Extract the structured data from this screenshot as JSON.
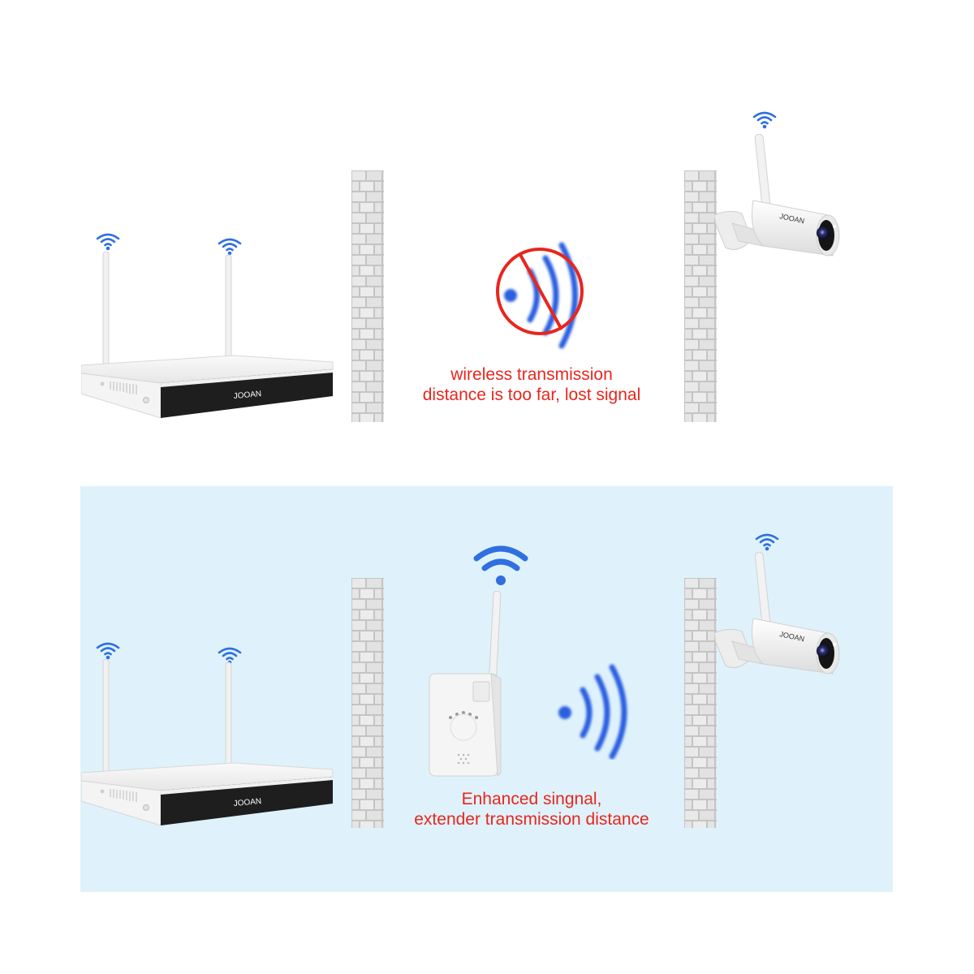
{
  "colors": {
    "accent_red": "#e8261d",
    "signal_blue": "#2a5fe0",
    "wifi_blue": "#2f6fe0",
    "panel_bg": "#dff2fb",
    "brick_gray": "#b9b9b9"
  },
  "top_scene": {
    "caption_line1": "wireless transmission",
    "caption_line2": "distance is too far, lost signal",
    "nvr_logo": "JOOAN",
    "camera_logo": "JOOAN",
    "icons": [
      "wifi-icon",
      "no-signal-icon"
    ]
  },
  "bottom_scene": {
    "caption_line1": "Enhanced singnal,",
    "caption_line2": "extender transmission distance",
    "nvr_logo": "JOOAN",
    "camera_logo": "JOOAN",
    "icons": [
      "wifi-icon",
      "signal-waves-icon"
    ]
  }
}
